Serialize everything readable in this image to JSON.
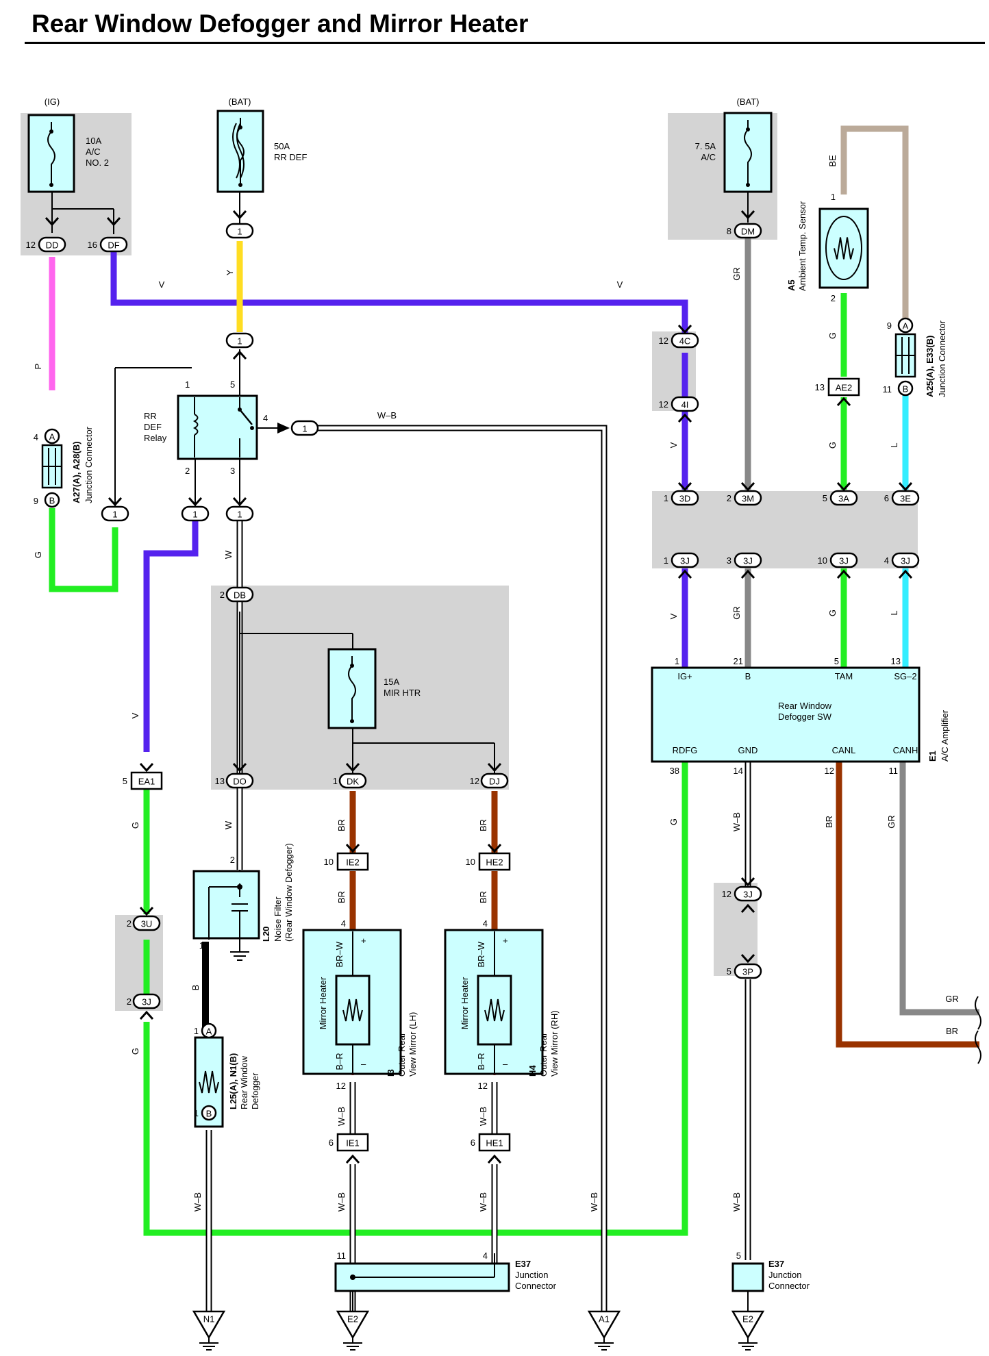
{
  "title": "Rear Window Defogger and Mirror Heater",
  "colors": {
    "V": "#5522ee",
    "G": "#22ee22",
    "P": "#ff66ee",
    "Y": "#ffdd22",
    "GR": "#888888",
    "BE": "#bbaa99",
    "L": "#33eeff",
    "BR": "#993300",
    "B": "#000000",
    "box": "#ccffff",
    "shade": "#d4d4d4"
  },
  "power": {
    "ig": "(IG)",
    "bat1": "(BAT)",
    "bat2": "(BAT)"
  },
  "fuses": {
    "ac_no2": [
      "10A",
      "A/C",
      "NO. 2"
    ],
    "rr_def": [
      "50A",
      "RR DEF"
    ],
    "ac": [
      "7. 5A",
      "A/C"
    ],
    "mir_htr": [
      "15A",
      "MIR HTR"
    ]
  },
  "relay": {
    "name": [
      "RR",
      "DEF",
      "Relay"
    ],
    "pins": [
      "1",
      "2",
      "3",
      "4",
      "5"
    ]
  },
  "connectors": {
    "DD": "DD",
    "DF": "DF",
    "DM": "DM",
    "DB": "DB",
    "DO": "DO",
    "DK": "DK",
    "DJ": "DJ",
    "c4C": "4C",
    "c4I": "4I",
    "c3D": "3D",
    "c3M": "3M",
    "c3A": "3A",
    "c3E": "3E",
    "c3J": "3J",
    "c3U": "3U",
    "c3P": "3P",
    "EA1": "EA1",
    "AE2": "AE2",
    "IE2": "IE2",
    "HE2": "HE2",
    "IE1": "IE1",
    "HE1": "HE1",
    "A": "A",
    "B": "B",
    "one": "1"
  },
  "pins": {
    "p12": "12",
    "p16": "16",
    "p8": "8",
    "p4": "4",
    "p9": "9",
    "p2": "2",
    "p1": "1",
    "p3": "3",
    "p5": "5",
    "p6": "6",
    "p10": "10",
    "p11": "11",
    "p13": "13",
    "p14": "14",
    "p21": "21",
    "p38": "38"
  },
  "wires": {
    "V": "V",
    "G": "G",
    "P": "P",
    "Y": "Y",
    "W": "W",
    "WB": "W–B",
    "GR": "GR",
    "BE": "BE",
    "L": "L",
    "BR": "BR",
    "B": "B",
    "BRW": "BR–W",
    "BR2": "B–R"
  },
  "components": {
    "junction_a27": [
      "A27(A), A28(B)",
      "Junction Connector"
    ],
    "junction_a25": [
      "A25(A), E33(B)",
      "Junction Connector"
    ],
    "a5": [
      "A5",
      "Ambient Temp. Sensor"
    ],
    "l20": [
      "L20",
      "Noise Filter",
      "(Rear Window Defogger)"
    ],
    "l25": [
      "L25(A), N1(B)",
      "Rear Window",
      "Defogger"
    ],
    "i3": [
      "I3",
      "Outer Rear",
      "View Mirror (LH)"
    ],
    "h4": [
      "H4",
      "Outer Rear",
      "View Mirror (RH)"
    ],
    "mirror_heater": "Mirror Heater",
    "e1": [
      "E1",
      "A/C Amplifier"
    ],
    "e37": [
      "E37",
      "Junction",
      "Connector"
    ]
  },
  "amplifier": {
    "top": [
      "IG+",
      "B",
      "TAM",
      "SG–2"
    ],
    "bottom": [
      "RDFG",
      "GND",
      "CANL",
      "CANH"
    ],
    "center": [
      "Rear Window",
      "Defogger SW"
    ]
  },
  "grounds": [
    "N1",
    "E2",
    "A1",
    "E2"
  ],
  "plus": "+",
  "minus": "–"
}
